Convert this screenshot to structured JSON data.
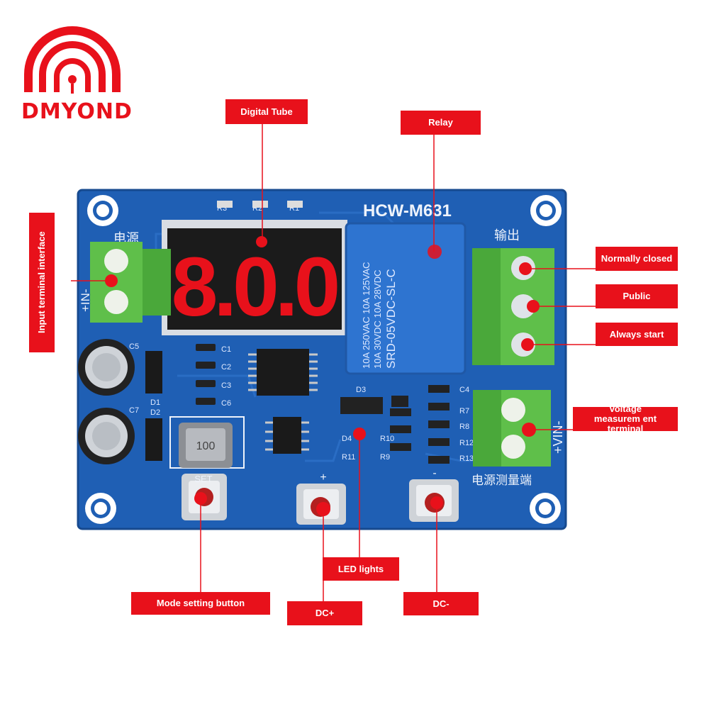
{
  "brand": {
    "name": "DMYOND"
  },
  "board": {
    "model": "HCW-M631",
    "power_label": "电源",
    "output_label": "输出",
    "measure_label": "电源测量端",
    "vin_label": "+VIN-",
    "input_label": "+IN-",
    "display": "8.0.0",
    "relay_lines": [
      "10A 250VAC  10A 125VAC",
      "10A  30VDC  10A  28VDC",
      "SRD-05VDC-SL-C"
    ],
    "inductor": "100",
    "silk": [
      "R3",
      "R2",
      "R1",
      "C5",
      "C7",
      "D1",
      "D2",
      "C1",
      "C2",
      "C3",
      "C6",
      "D3",
      "D4",
      "R10",
      "R8",
      "R11",
      "R9",
      "R7",
      "R12",
      "R13",
      "C4"
    ],
    "button_marks": {
      "set": "SET",
      "plus": "+",
      "minus": "-"
    }
  },
  "callouts": {
    "digital_tube": "Digital Tube",
    "relay": "Relay",
    "input_terminal": "Input terminal interface",
    "normally_closed": "Normally closed",
    "public": "Public",
    "always_start": "Always start",
    "voltage_measurement": "Voltage measurem ent terminal",
    "led_lights": "LED lights",
    "mode_setting": "Mode setting button",
    "dc_plus": "DC+",
    "dc_minus": "DC-"
  },
  "colors": {
    "accent": "#e8111b",
    "pcb": "#1f5fb4",
    "terminal": "#5fbf4a",
    "relay": "#2e74d0"
  }
}
